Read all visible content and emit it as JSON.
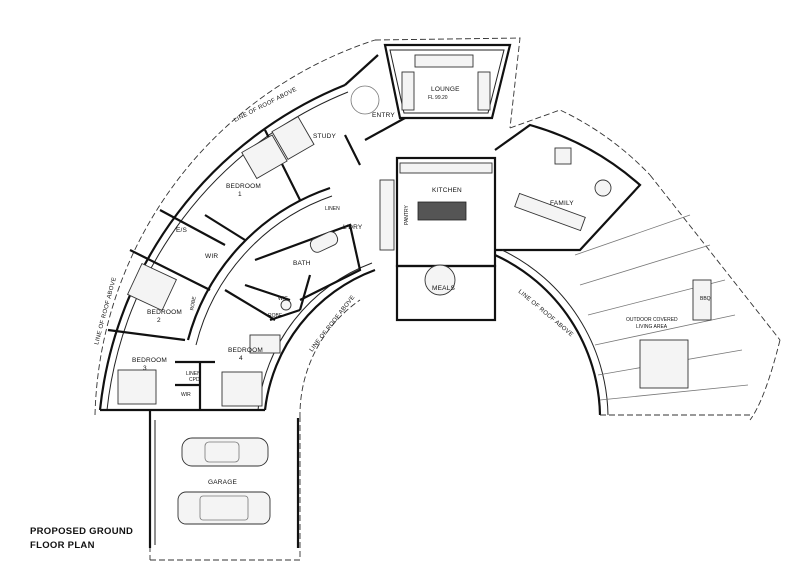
{
  "title": {
    "line1": "PROPOSED GROUND",
    "line2": "FLOOR PLAN"
  },
  "rooms": {
    "lounge": "LOUNGE",
    "lounge_level": "FL 99.20",
    "entry": "ENTRY",
    "study": "STUDY",
    "bedroom1": "BEDROOM",
    "bedroom1_num": "1",
    "ens": "E/S",
    "wir1": "WIR",
    "bedroom2": "BEDROOM",
    "bedroom2_num": "2",
    "robe": "ROBE",
    "bedroom3": "BEDROOM",
    "bedroom3_num": "3",
    "wir3": "WIR",
    "linen_cpd_line1": "LINEN",
    "linen_cpd_line2": "CPD",
    "bedroom4": "BEDROOM",
    "bedroom4_num": "4",
    "robe4": "ROBE",
    "wc": "W/C",
    "bath": "BATH",
    "linen": "LINEN",
    "ldry": "L'DRY",
    "pantry": "PANTRY",
    "kitchen": "KITCHEN",
    "family": "FAMILY",
    "meals": "MEALS",
    "garage": "GARAGE",
    "outdoor_line1": "OUTDOOR COVERED",
    "outdoor_line2": "LIVING AREA",
    "bbq": "BBQ"
  },
  "annotations": {
    "roof_upper": "LINE OF ROOF ABOVE",
    "roof_left": "LINE OF ROOF ABOVE",
    "roof_inner": "LINE OF ROOF ABOVE",
    "roof_right": "LINE OF ROOF ABOVE"
  }
}
